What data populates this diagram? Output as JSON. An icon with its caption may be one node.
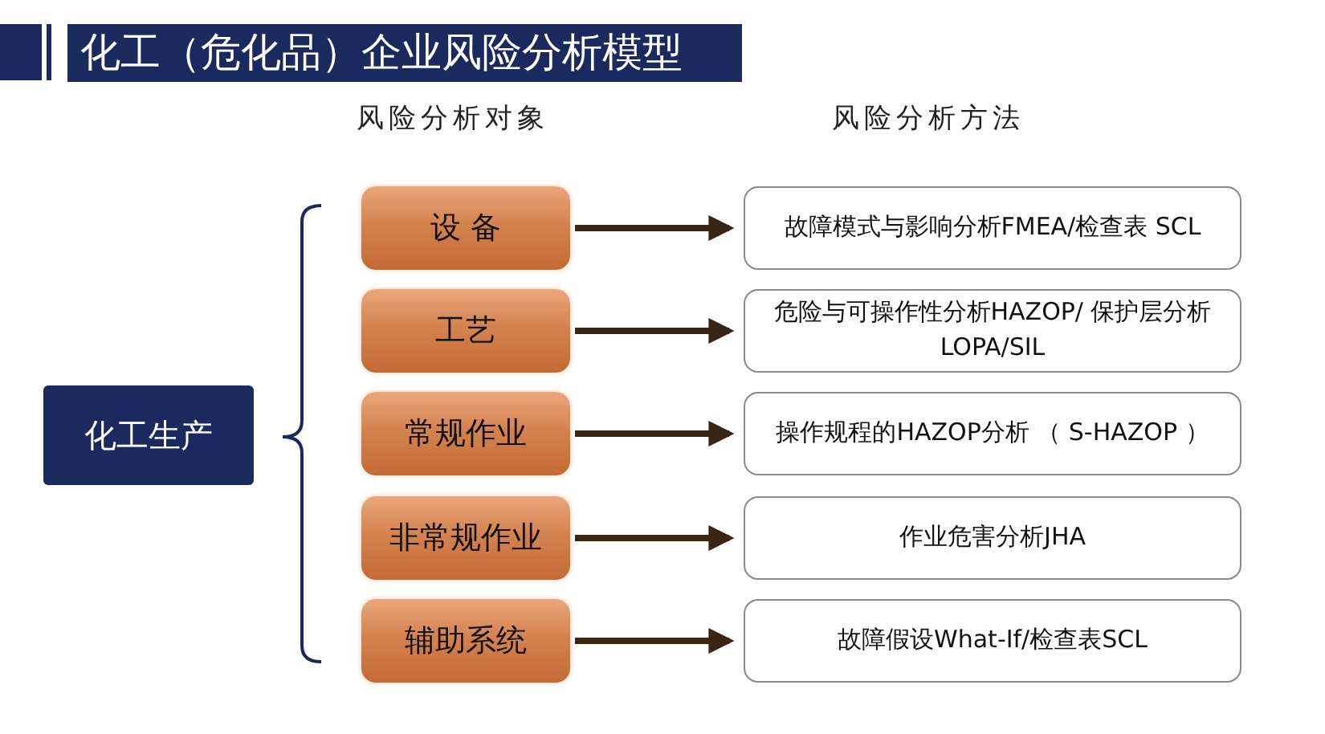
{
  "diagram": {
    "title": "化工（危化品）企业风险分析模型",
    "nodes": [
      {
        "text": [
          "化工生产"
        ]
      },
      {
        "text": [
          "设 备"
        ]
      },
      {
        "text": [
          "工艺"
        ]
      },
      {
        "text": [
          "常规作业"
        ]
      },
      {
        "text": [
          "非常规作业"
        ]
      },
      {
        "text": [
          "辅助系统"
        ]
      },
      {
        "text": [
          "故障模式与影响分析FMEA/检查表 SCL"
        ]
      },
      {
        "text": [
          "危险与可操作性分析HAZOP/ 保护层分析LOPA/SIL"
        ]
      },
      {
        "text": [
          "操作规程的HAZOP分析 （ S-HAZOP ）"
        ]
      },
      {
        "text": [
          "作业危害分析JHA"
        ]
      },
      {
        "text": [
          "故障假设What-If/检查表SCL"
        ]
      }
    ],
    "edges": [
      {
        "from": 1,
        "to": 6,
        "arrow": "to"
      },
      {
        "from": 2,
        "to": 7,
        "arrow": "to"
      },
      {
        "from": 3,
        "to": 8,
        "arrow": "to"
      },
      {
        "from": 4,
        "to": 9,
        "arrow": "to"
      },
      {
        "from": 5,
        "to": 10,
        "arrow": "to"
      }
    ],
    "labels": [
      "风险分析对象",
      "风险分析方法"
    ]
  }
}
